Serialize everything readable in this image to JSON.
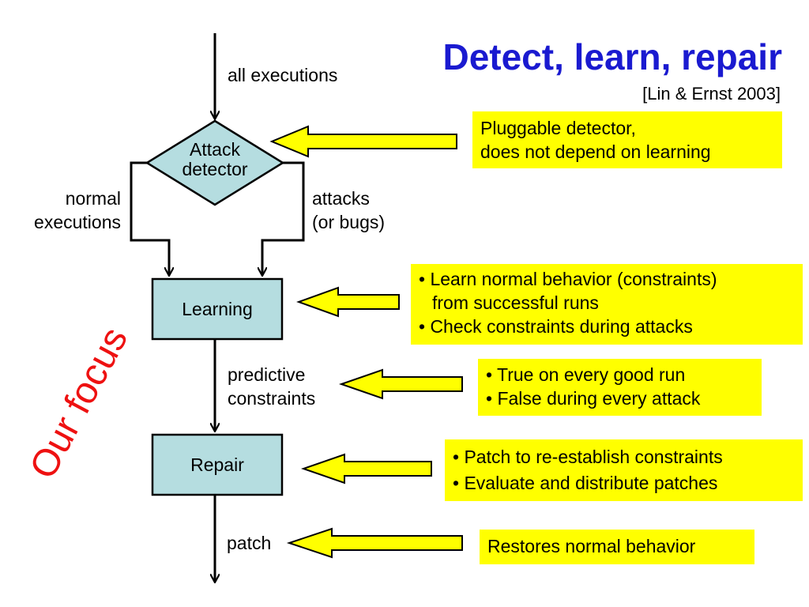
{
  "title": "Detect, learn, repair",
  "citation": "[Lin & Ernst 2003]",
  "colors": {
    "title": "#1a1ad0",
    "focus": "#ee1111",
    "box_fill": "#b5dde0",
    "note_fill": "#ffff00",
    "arrow_fill": "#ffff00"
  },
  "flow": {
    "input_label": "all executions",
    "detector": {
      "line1": "Attack",
      "line2": "detector"
    },
    "normal_label": {
      "line1": "normal",
      "line2": "executions"
    },
    "attacks_label": {
      "line1": "attacks",
      "line2": "(or bugs)"
    },
    "learning": "Learning",
    "predictive_label": {
      "line1": "predictive",
      "line2": "constraints"
    },
    "repair": "Repair",
    "patch_label": "patch"
  },
  "focus_label": "Our focus",
  "notes": {
    "detector": [
      "Pluggable detector,",
      "does not depend on learning"
    ],
    "learning": [
      "• Learn normal behavior (constraints)",
      "from successful runs",
      "• Check constraints during attacks"
    ],
    "constraints": [
      "• True on every good run",
      "• False during every attack"
    ],
    "repair": [
      "• Patch to re-establish constraints",
      "• Evaluate and distribute patches"
    ],
    "patch": [
      "Restores normal behavior"
    ]
  }
}
